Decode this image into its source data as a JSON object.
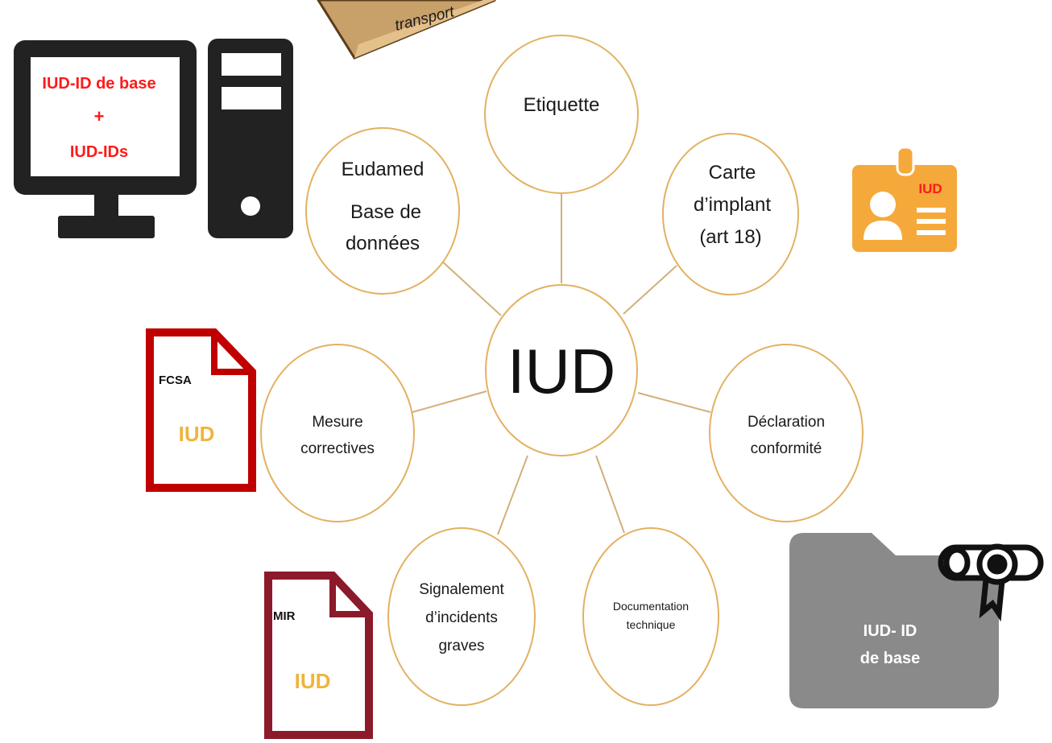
{
  "center": {
    "label": "IUD"
  },
  "nodes": {
    "etiquette": {
      "lines": [
        "Etiquette"
      ]
    },
    "eudamed": {
      "lines": [
        "Eudamed",
        "Base de",
        "données"
      ]
    },
    "carte": {
      "lines": [
        "Carte",
        "d’implant",
        "(art 18)"
      ]
    },
    "mesure": {
      "lines": [
        "Mesure",
        "correctives"
      ]
    },
    "declaration": {
      "lines": [
        "Déclaration",
        "conformité"
      ]
    },
    "signalement": {
      "lines": [
        "Signalement",
        "d’incidents",
        "graves"
      ]
    },
    "documentation": {
      "lines": [
        "Documentation",
        "technique"
      ]
    }
  },
  "box_partial_text": "transport",
  "computer_screen": {
    "line1": "IUD-ID de base",
    "line2": "+",
    "line3": "IUD-IDs"
  },
  "id_badge": {
    "label": "IUD"
  },
  "fcsa_doc": {
    "title": "FCSA",
    "label": "IUD"
  },
  "mir_doc": {
    "title": "MIR",
    "label": "IUD"
  },
  "folder": {
    "line1": "IUD- ID",
    "line2": "de base"
  },
  "colors": {
    "circle_stroke": "#E3B161",
    "connector": "#D2B07A",
    "monitor": "#222222",
    "screen_text": "#FF1A1A",
    "badge": "#F5A93B",
    "badge_text": "#FF1A1A",
    "fcsa_border": "#C00000",
    "mir_border": "#8B1A2B",
    "doc_iud_text": "#F0B43C",
    "folder": "#8A8A8A",
    "box": "#C8A06A"
  }
}
